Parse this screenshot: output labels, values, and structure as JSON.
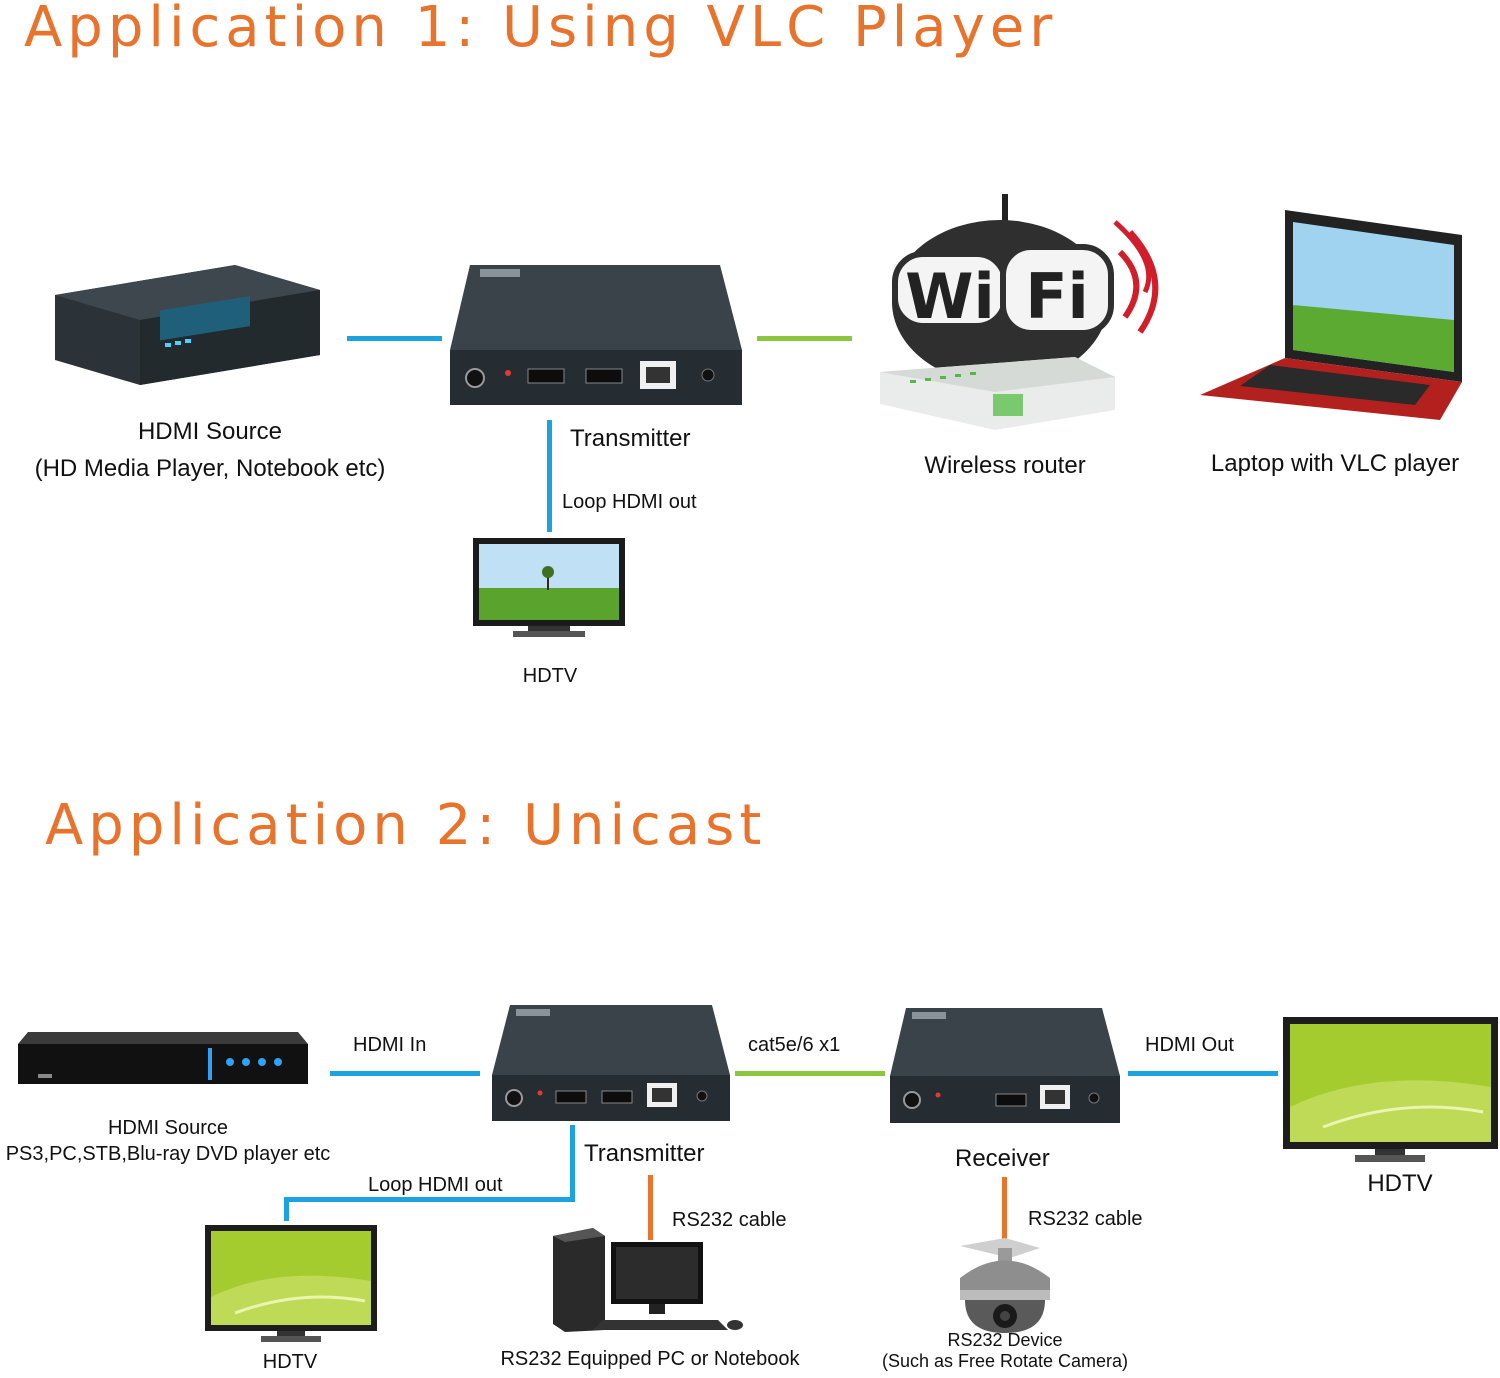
{
  "app1": {
    "title": "Application 1: Using VLC Player",
    "hdmi_source_line1": "HDMI Source",
    "hdmi_source_line2": "(HD Media Player, Notebook etc)",
    "transmitter": "Transmitter",
    "loop_hdmi_out": "Loop HDMI out",
    "hdtv": "HDTV",
    "wireless_router": "Wireless router",
    "laptop": "Laptop with VLC player",
    "wifi_logo": "WiFi"
  },
  "app2": {
    "title": "Application 2: Unicast",
    "hdmi_in": "HDMI In",
    "cat5": "cat5e/6 x1",
    "hdmi_out": "HDMI Out",
    "hdmi_source_line1": "HDMI Source",
    "hdmi_source_line2": "PS3,PC,STB,Blu-ray DVD player etc",
    "transmitter": "Transmitter",
    "receiver": "Receiver",
    "loop_hdmi_out": "Loop HDMI out",
    "rs232_cable_tx": "RS232 cable",
    "rs232_cable_rx": "RS232 cable",
    "hdtv_left": "HDTV",
    "hdtv_right": "HDTV",
    "rs232_pc": "RS232 Equipped PC or Notebook",
    "rs232_device_line1": "RS232 Device",
    "rs232_device_line2": "(Such as Free Rotate Camera)"
  },
  "colors": {
    "title": "#e8732c",
    "hdmi_line": "#1aa3de",
    "network_line": "#8cc63f",
    "rs232_line": "#e8732c"
  }
}
